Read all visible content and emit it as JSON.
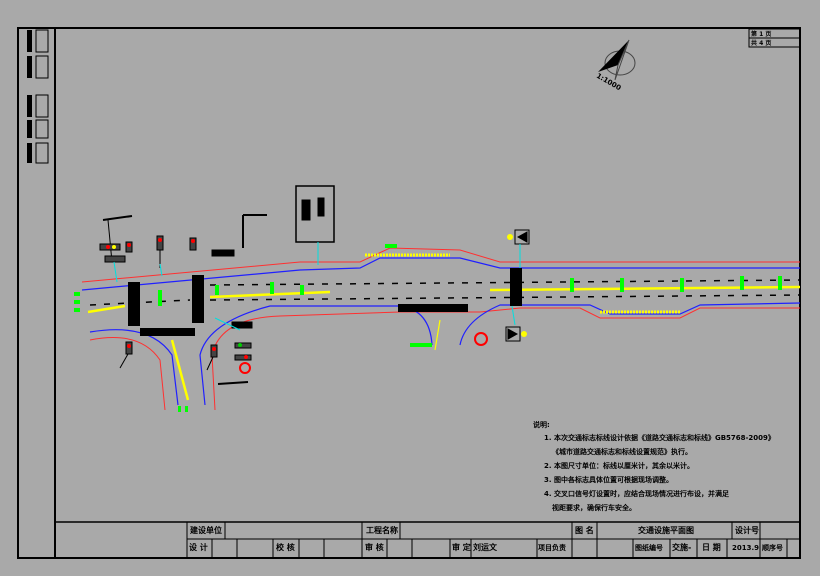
{
  "title_block": {
    "construction_unit_label": "建设单位",
    "project_name_label": "工程名称",
    "drawing_name_label": "图 名",
    "drawing_name": "交通设施平面图",
    "design_no_label": "设计号",
    "design_label": "设 计",
    "check_label": "校 核",
    "review_label": "审 核",
    "approve_label": "审 定",
    "approver_name": "刘运文",
    "project_lead_label": "项目负责",
    "drawing_no_label": "图纸编号",
    "drawing_no": "交施-",
    "date_label": "日 期",
    "date": "2013.9",
    "sequence_label": "顺序号"
  },
  "sheet_box": {
    "row1": "第 1 页",
    "row2": "共 4 页"
  },
  "north_arrow": {
    "scale": "1:1000"
  },
  "notes": {
    "heading": "说明:",
    "lines": [
      "1. 本次交通标志标线设计依据《道路交通标志和标线》GB5768-2009》",
      "《城市道路交通标志和标线设置规范》执行。",
      "2. 本图尺寸单位：标线以厘米计，其余以米计。",
      "3. 图中各标志具体位置可根据现场调整。",
      "4. 交叉口信号灯设置时，应结合现场情况进行布设，并满足",
      "视距要求，确保行车安全。"
    ]
  },
  "colors": {
    "background": "#a9a9a9",
    "road_edge": "#ff3030",
    "curb": "#1a1aff",
    "center_line": "#ffff00",
    "marking_text": "#00ff00",
    "leader": "#00e0e0"
  }
}
